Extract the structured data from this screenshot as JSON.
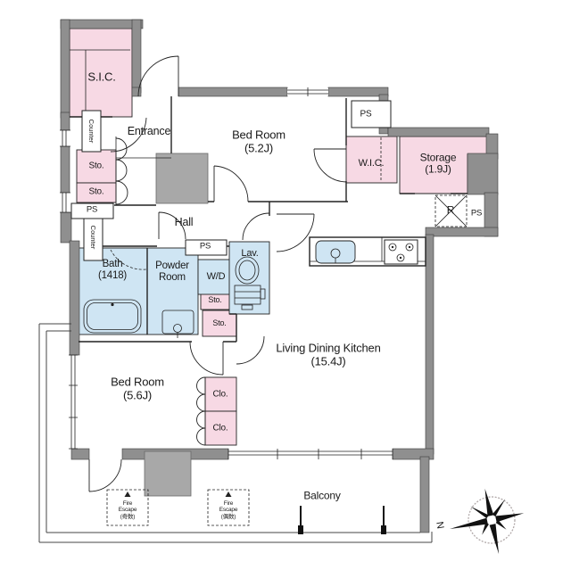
{
  "colors": {
    "pink": "#f7d9e4",
    "blue": "#cfe5f3",
    "wall": "#8f8f8f",
    "shaft": "#a8a8a8"
  },
  "rooms": {
    "sic": "S.I.C.",
    "entrance": "Entrance",
    "bedroom_5_2": {
      "name": "Bed Room",
      "size": "(5.2J)"
    },
    "wic": "W.I.C.",
    "storage": {
      "name": "Storage",
      "size": "(1.9J)"
    },
    "hall": "Hall",
    "bath": {
      "name": "Bath",
      "size": "(1418)"
    },
    "powder_room": {
      "line1": "Powder",
      "line2": "Room"
    },
    "lav": "Lav.",
    "ldk": {
      "name": "Living Dining Kitchen",
      "size": "(15.4J)"
    },
    "bedroom_5_6": {
      "name": "Bed Room",
      "size": "(5.6J)"
    },
    "balcony": "Balcony"
  },
  "fixtures": {
    "wd": "W/D",
    "refrigerator": "R",
    "ps": "PS",
    "sto": "Sto.",
    "clo": "Clo.",
    "counter": "Counter"
  },
  "fire_escape": {
    "line1": "Fire",
    "line2": "Escape",
    "odd": "(奇数)",
    "even": "(偶数)"
  },
  "compass": {
    "north": "N"
  }
}
